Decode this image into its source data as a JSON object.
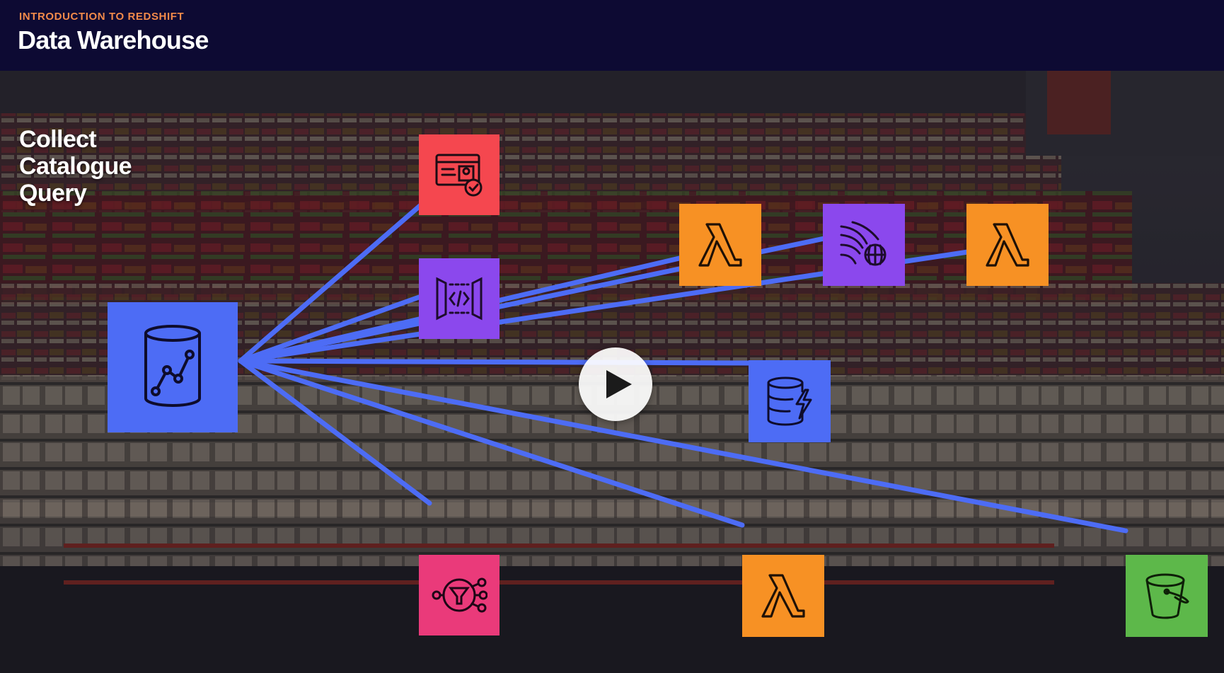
{
  "header": {
    "eyebrow": "INTRODUCTION TO REDSHIFT",
    "title": "Data Warehouse"
  },
  "steps": [
    "Collect",
    "Catalogue",
    "Query"
  ],
  "colors": {
    "header_bg": "#0d0a33",
    "eyebrow": "#f28a4a",
    "connector": "#4d6cf5",
    "redshift": "#4d6cf5",
    "security_red": "#f5474f",
    "api_purple": "#8b48ed",
    "lambda_orange": "#f79124",
    "kinesis_purple": "#8b48ed",
    "dynamodb_blue": "#4d6cf5",
    "sns_pink": "#ea3a7a",
    "s3_green": "#5db84a"
  },
  "services": [
    {
      "name": "redshift",
      "icon": "redshift-icon"
    },
    {
      "name": "security-service",
      "icon": "id-card-check-icon"
    },
    {
      "name": "api-gateway",
      "icon": "api-gateway-icon"
    },
    {
      "name": "lambda",
      "icon": "lambda-icon"
    },
    {
      "name": "kinesis",
      "icon": "kinesis-icon"
    },
    {
      "name": "lambda",
      "icon": "lambda-icon"
    },
    {
      "name": "dynamodb",
      "icon": "dynamodb-icon"
    },
    {
      "name": "sns",
      "icon": "sns-icon"
    },
    {
      "name": "lambda",
      "icon": "lambda-icon"
    },
    {
      "name": "s3",
      "icon": "s3-bucket-icon"
    }
  ],
  "video": {
    "control": "play-icon"
  }
}
